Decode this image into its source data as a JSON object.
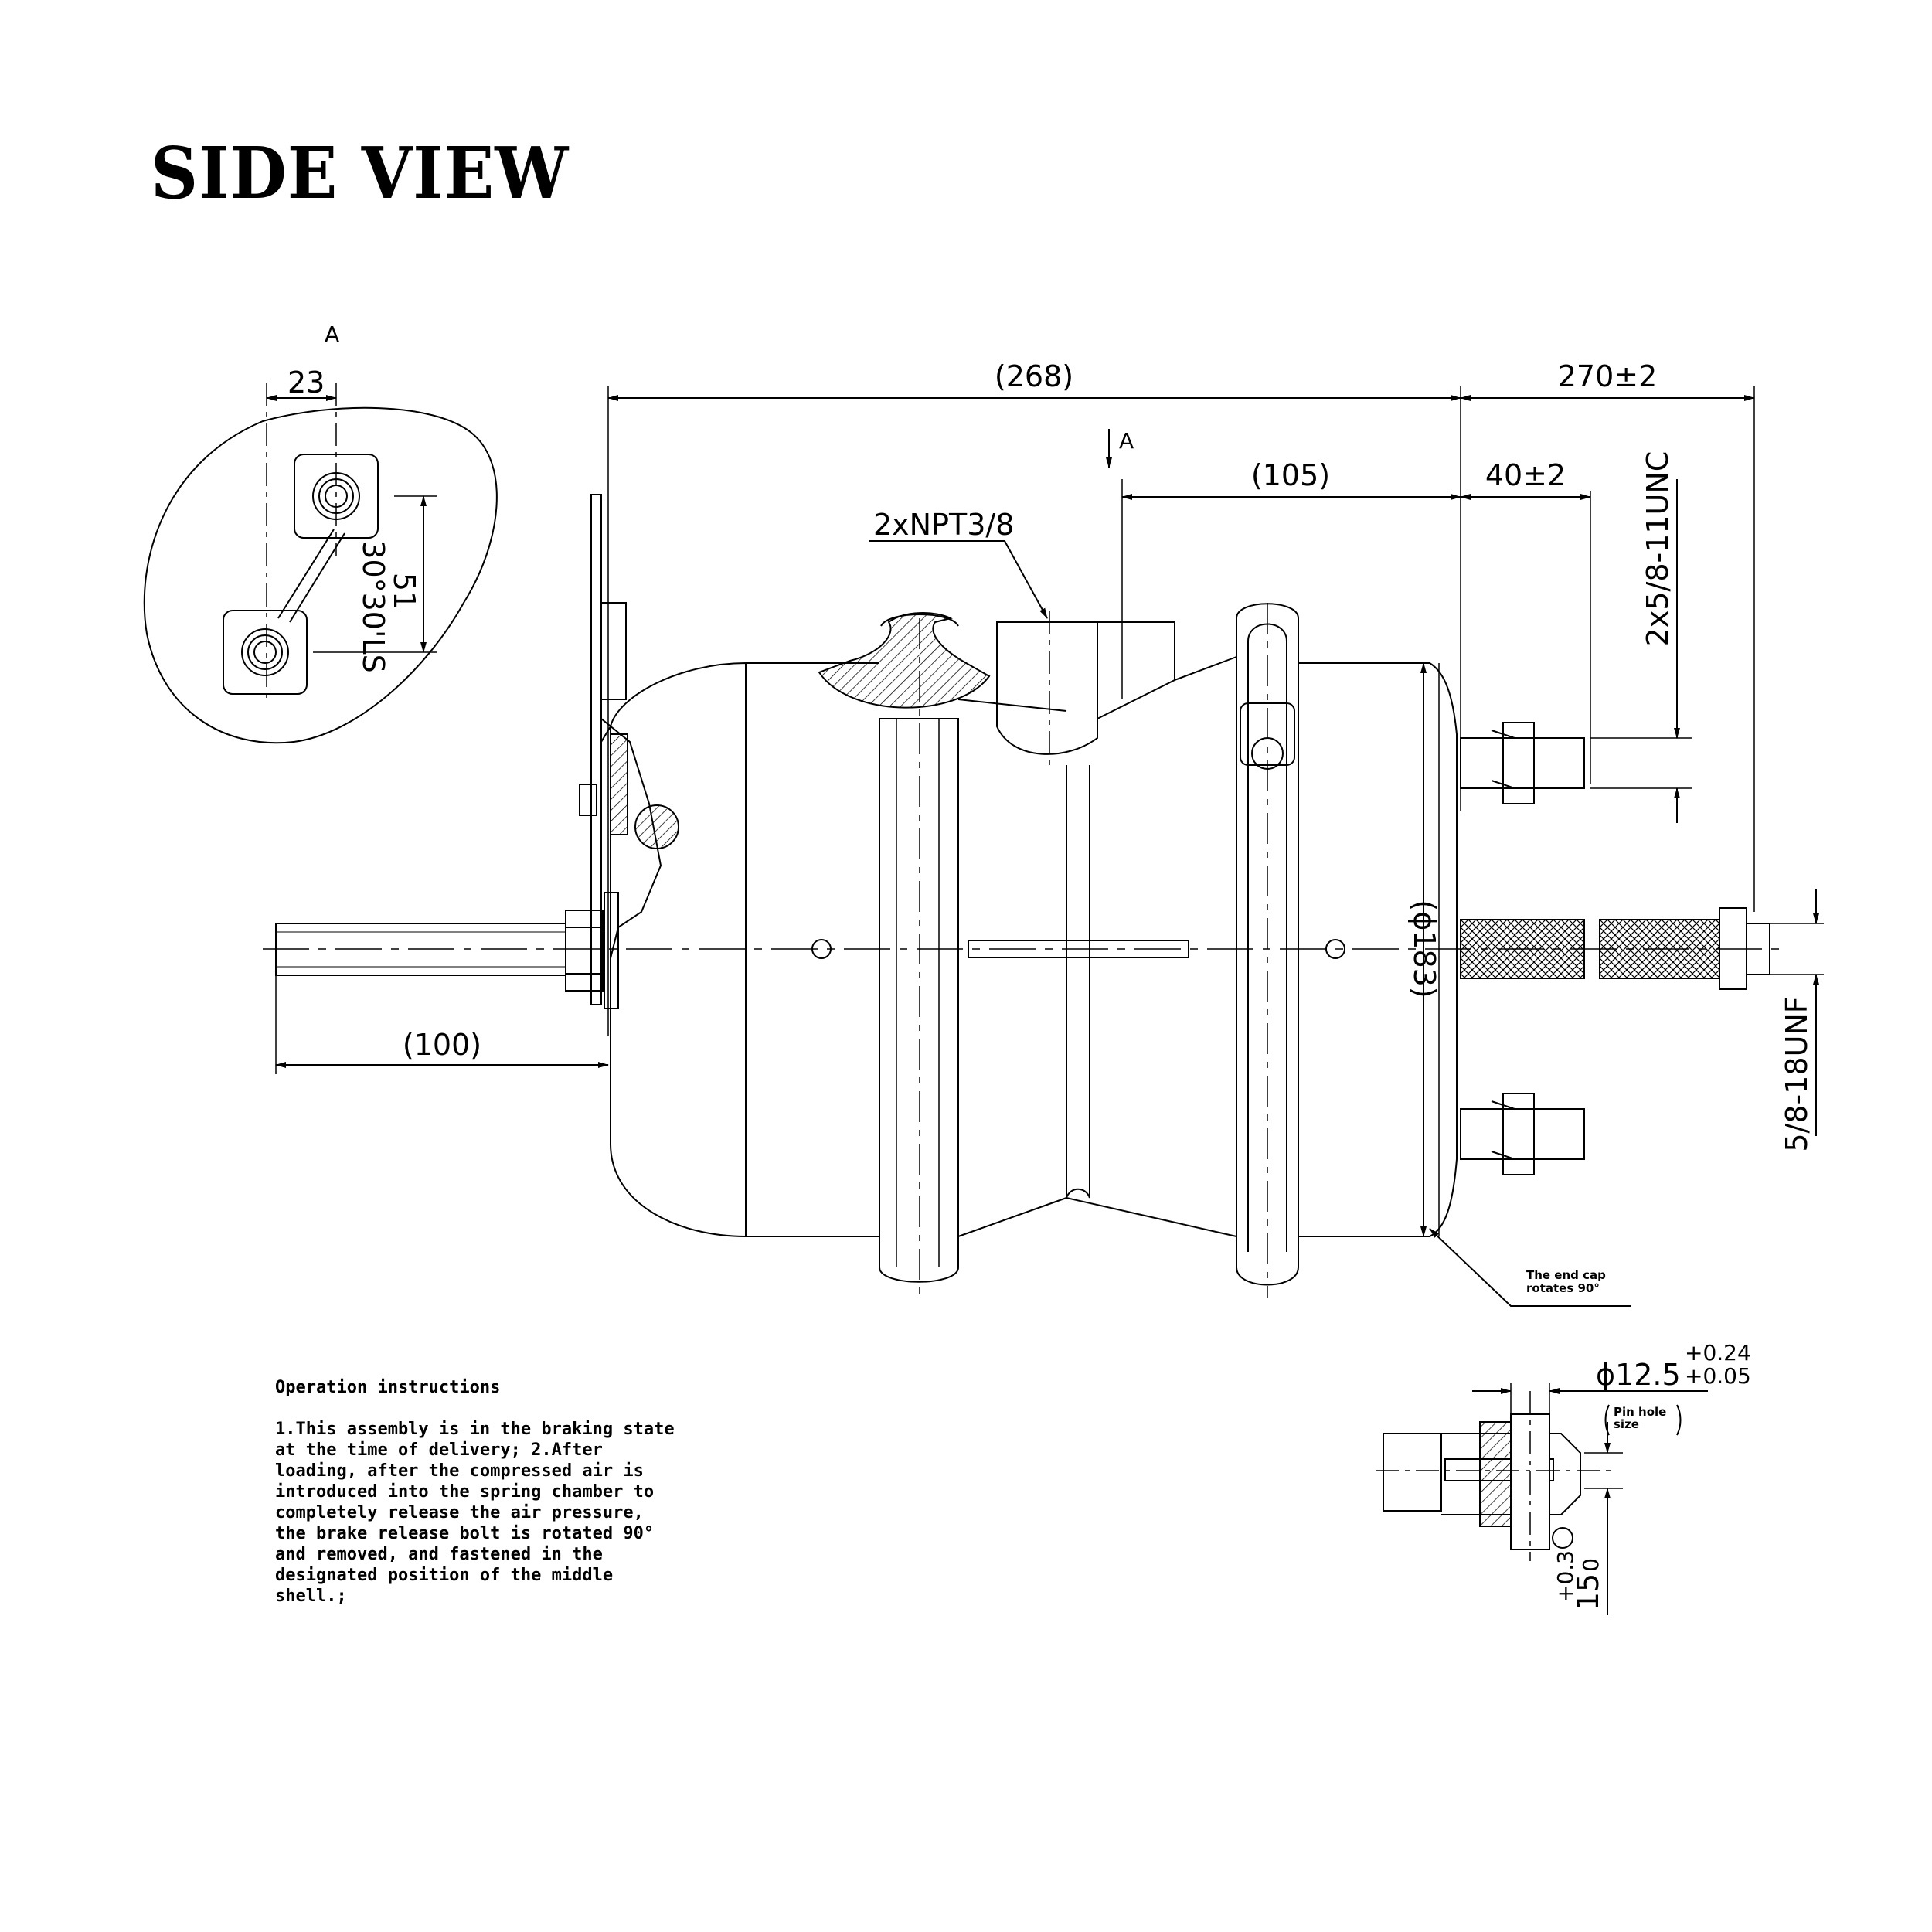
{
  "title": "SIDE VIEW",
  "labels": {
    "view_marker": "A",
    "section_marker": "A",
    "dim_overall": "(268)",
    "dim_push_rod": "270±2",
    "dim_port_offset": "(105)",
    "dim_stud_len": "40±2",
    "port_spec": "2xNPT3/8",
    "stud_thread": "2x5/8-11UNC",
    "dim_diameter": "(ϕ183)",
    "dim_release_bolt": "(100)",
    "rod_thread": "5/8-18UNF",
    "end_cap_note_1": "The end cap",
    "end_cap_note_2": "rotates 90°",
    "view_a_dim_23": "23",
    "view_a_dim_51": "51",
    "view_a_dim_angle": "30°30'LS",
    "pin_diameter": "ϕ12.5",
    "pin_tol_upper": "+0.24",
    "pin_tol_lower": "+0.05",
    "pin_note_1": "Pin hole",
    "pin_note_2": "size",
    "pin_dim_15": "15",
    "pin_dim_15_upper": "+0.3",
    "pin_dim_15_lower": "0"
  },
  "instructions": {
    "heading": "Operation instructions",
    "lines": [
      "1.This assembly is in the braking state",
      "at the time of delivery; 2.After",
      "loading, after the compressed air is",
      "introduced into the spring chamber to",
      "completely release the air pressure,",
      "the brake release bolt is rotated 90°",
      "and removed, and fastened in the",
      "designated position of the middle",
      "shell.;"
    ]
  }
}
